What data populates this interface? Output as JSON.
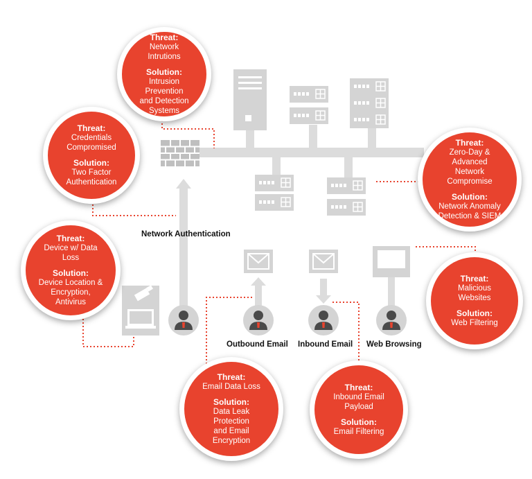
{
  "colors": {
    "accent": "#e8432e",
    "device": "#d9d9d9",
    "deviceDark": "#bfbfbf",
    "line": "#dcdcdc"
  },
  "labels": {
    "network_auth": "Network Authentication",
    "outbound": "Outbound Email",
    "inbound": "Inbound Email",
    "web": "Web Browsing"
  },
  "threats": [
    {
      "id": "intrusions",
      "threat_label": "Threat:",
      "threat": "Network Intrutions",
      "solution_label": "Solution:",
      "solution": "Intrusion Prevention\nand Detection\nSystems"
    },
    {
      "id": "credentials",
      "threat_label": "Threat:",
      "threat": "Credentials\nCompromised",
      "solution_label": "Solution:",
      "solution": "Two Factor\nAuthentication"
    },
    {
      "id": "device",
      "threat_label": "Threat:",
      "threat": "Device w/ Data Loss",
      "solution_label": "Solution:",
      "solution": "Device Location &\nEncryption,\nAntivirus"
    },
    {
      "id": "zeroday",
      "threat_label": "Threat:",
      "threat": "Zero-Day & Advanced\nNetwork Compromise",
      "solution_label": "Solution:",
      "solution": "Network Anomaly\nDetection & SIEM"
    },
    {
      "id": "websites",
      "threat_label": "Threat:",
      "threat": "Malicious Websites",
      "solution_label": "Solution:",
      "solution": "Web Filtering"
    },
    {
      "id": "dataloss",
      "threat_label": "Threat:",
      "threat": "Email Data Loss",
      "solution_label": "Solution:",
      "solution": "Data Leak Protection\nand Email\nEncryption"
    },
    {
      "id": "payload",
      "threat_label": "Threat:",
      "threat": "Inbound Email\nPayload",
      "solution_label": "Solution:",
      "solution": "Email Filtering"
    }
  ]
}
